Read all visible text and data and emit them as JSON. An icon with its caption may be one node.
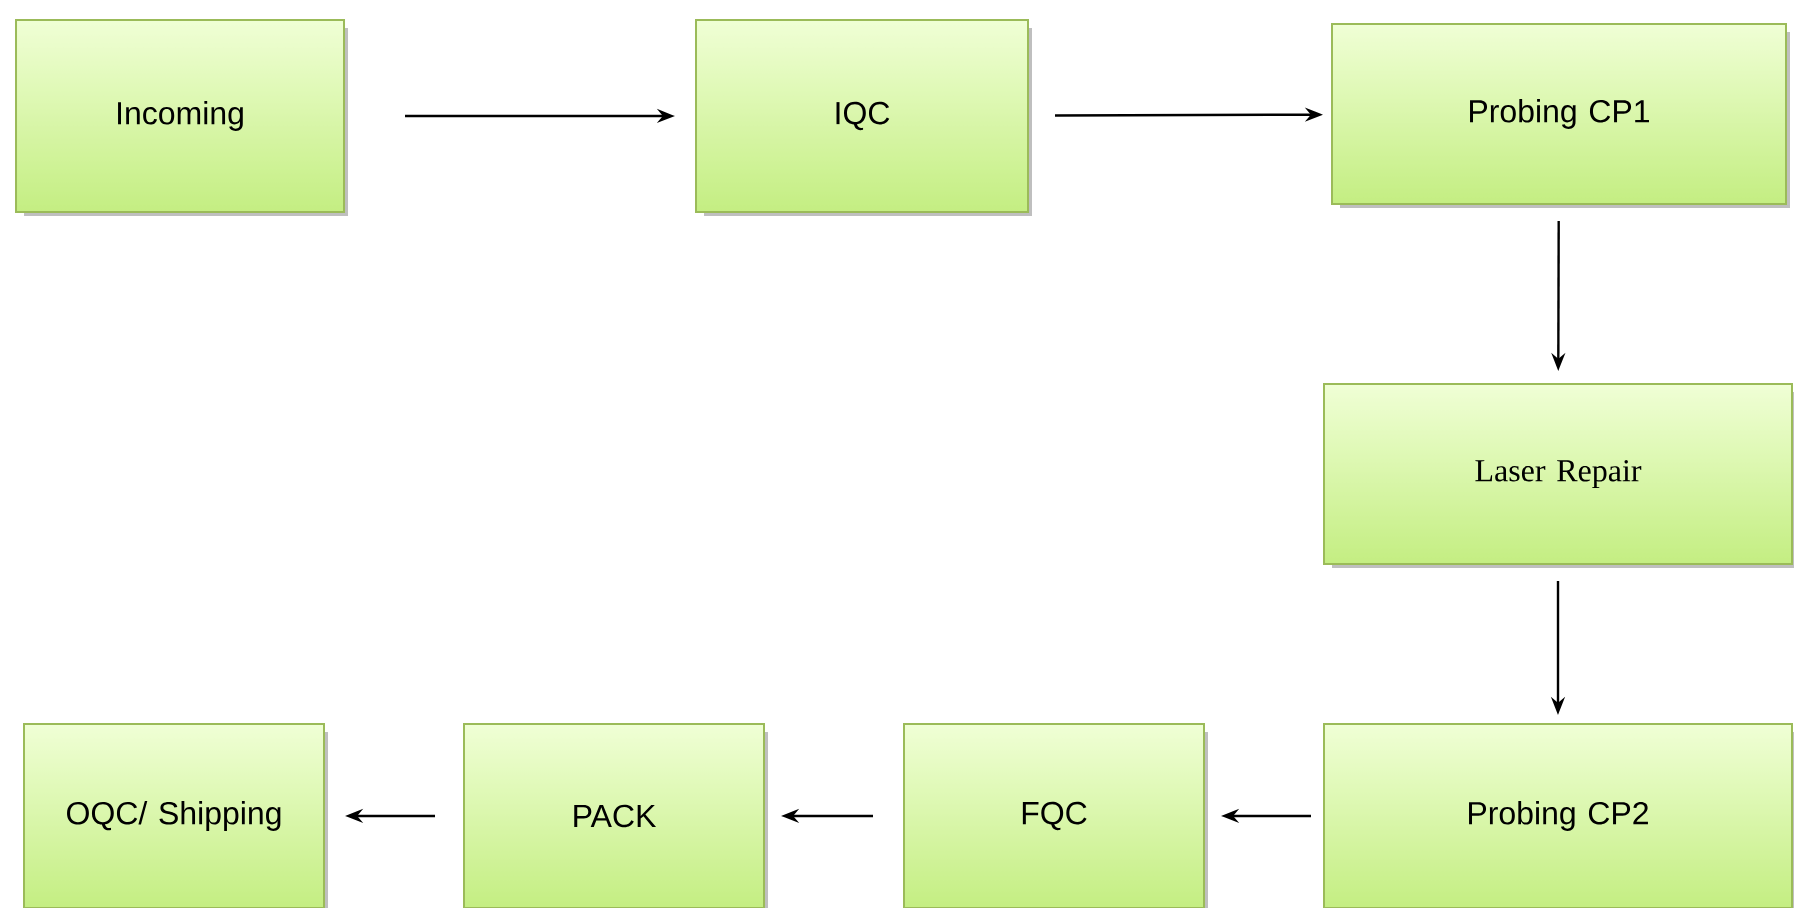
{
  "diagram": {
    "nodes": [
      {
        "text": [
          "Incoming"
        ]
      },
      {
        "text": [
          "IQC"
        ]
      },
      {
        "text": [
          "Probing CP1"
        ]
      },
      {
        "text": [
          "Laser Repair"
        ]
      },
      {
        "text": [
          "Probing CP2"
        ]
      },
      {
        "text": [
          "FQC"
        ]
      },
      {
        "text": [
          "PACK"
        ]
      },
      {
        "text": [
          "OQC/ Shipping"
        ]
      }
    ],
    "edges": [
      {
        "from": 0,
        "to": 1,
        "arrow": "to"
      },
      {
        "from": 1,
        "to": 2,
        "arrow": "to"
      },
      {
        "from": 2,
        "to": 3,
        "arrow": "to"
      },
      {
        "from": 3,
        "to": 4,
        "arrow": "to"
      },
      {
        "from": 4,
        "to": 5,
        "arrow": "to"
      },
      {
        "from": 5,
        "to": 6,
        "arrow": "to"
      },
      {
        "from": 6,
        "to": 7,
        "arrow": "to"
      }
    ]
  }
}
